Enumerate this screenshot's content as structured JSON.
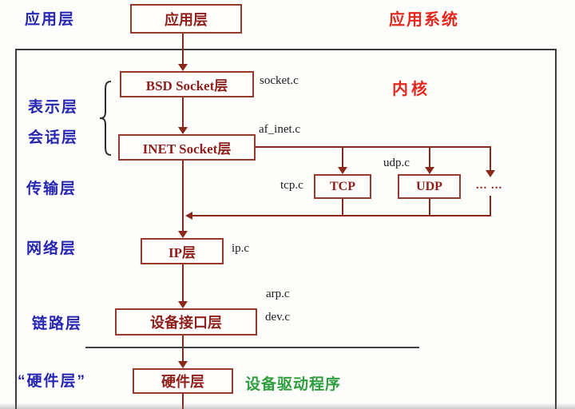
{
  "side_labels": {
    "application": "应用层",
    "presentation": "表示层",
    "session": "会话层",
    "transport": "传输层",
    "network": "网络层",
    "link": "链路层",
    "hardware": "“硬件层”"
  },
  "boxes": {
    "application": "应用层",
    "bsd_socket": "BSD Socket层",
    "inet_socket": "INET Socket层",
    "tcp": "TCP",
    "udp": "UDP",
    "ip": "IP层",
    "device_interface": "设备接口层",
    "hardware": "硬件层"
  },
  "files": {
    "socket": "socket.c",
    "af_inet": "af_inet.c",
    "udp": "udp.c",
    "tcp": "tcp.c",
    "ip": "ip.c",
    "arp": "arp.c",
    "dev": "dev.c"
  },
  "annotations": {
    "app_system": "应用系统",
    "kernel": "内核",
    "device_driver": "设备驱动程序",
    "ellipsis": "... ..."
  },
  "colors": {
    "box_red": "#8e1f1b",
    "line_red": "#8a281c",
    "blue": "#2626b2",
    "bright_red": "#e4271c",
    "green": "#2f9e3f",
    "frame_gray": "#3c3c3c"
  }
}
